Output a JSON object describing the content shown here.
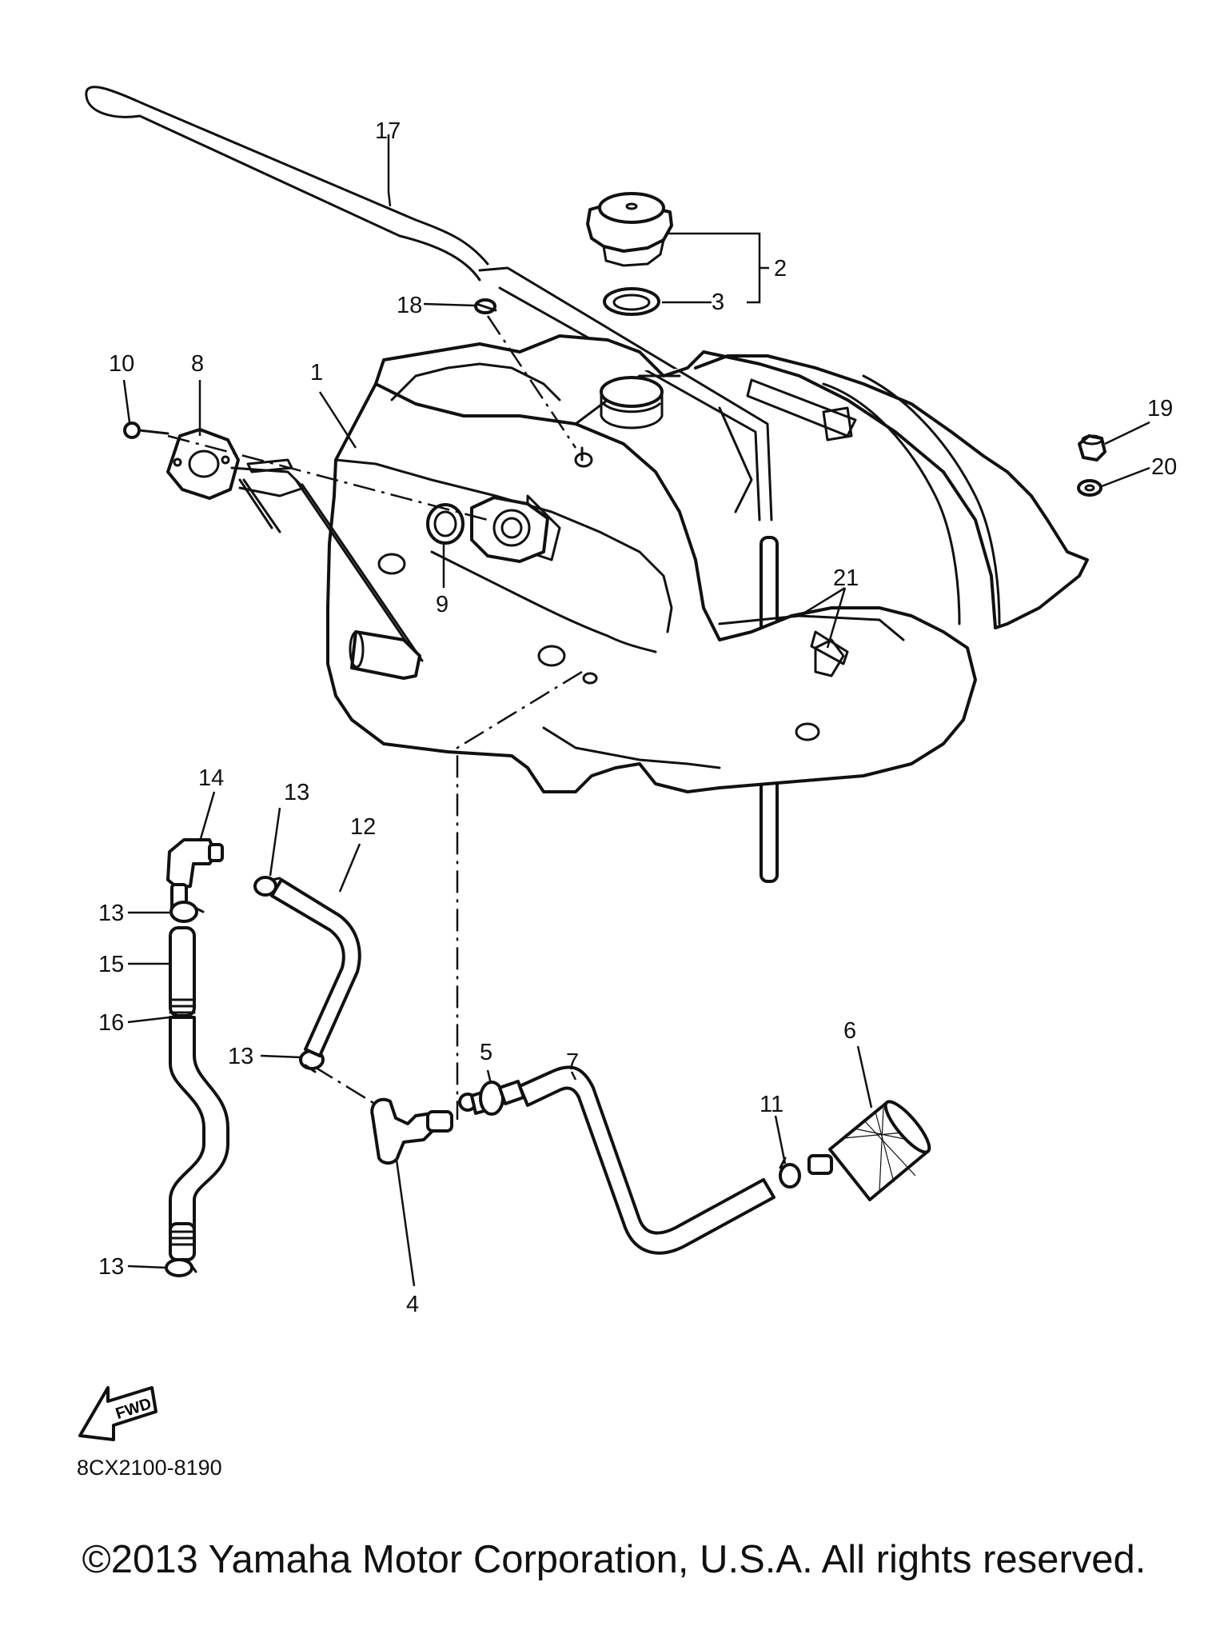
{
  "diagram": {
    "code": "8CX2100-8190",
    "fwd_label": "FWD",
    "copyright": "©2013 Yamaha Motor Corporation, U.S.A. All rights reserved."
  },
  "callouts": {
    "c1": "1",
    "c2": "2",
    "c3": "3",
    "c4": "4",
    "c5": "5",
    "c6": "6",
    "c7": "7",
    "c8": "8",
    "c9": "9",
    "c10": "10",
    "c11": "11",
    "c12": "12",
    "c13a": "13",
    "c13b": "13",
    "c13c": "13",
    "c13d": "13",
    "c14": "14",
    "c15": "15",
    "c16": "16",
    "c17": "17",
    "c18": "18",
    "c19": "19",
    "c20": "20",
    "c21": "21"
  },
  "icons": [
    "fwd-arrow-icon"
  ]
}
